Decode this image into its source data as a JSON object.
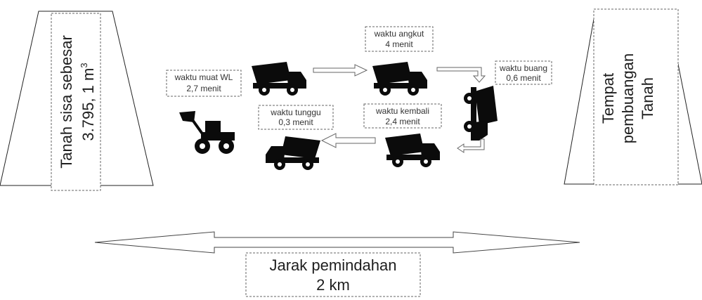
{
  "piles": {
    "source": {
      "line1": "Tanah sisa sebesar",
      "line2_prefix": "3.795, 1 m",
      "line2_sup": "3"
    },
    "dump": {
      "line1": "Tempat",
      "line2": "pembuangan",
      "line3": "Tanah"
    }
  },
  "steps": {
    "load": {
      "title": "waktu muat WL",
      "value": "2,7 menit"
    },
    "haul": {
      "title": "waktu angkut",
      "value": "4 menit"
    },
    "dump": {
      "title": "waktu buang",
      "value": "0,6 menit"
    },
    "return": {
      "title": "waktu kembali",
      "value": "2,4 menit"
    },
    "wait": {
      "title": "waktu tunggu",
      "value": "0,3 menit"
    }
  },
  "distance": {
    "title": "Jarak pemindahan",
    "value": "2 km"
  },
  "icons": [
    "dump-truck-icon",
    "wheel-loader-icon"
  ]
}
